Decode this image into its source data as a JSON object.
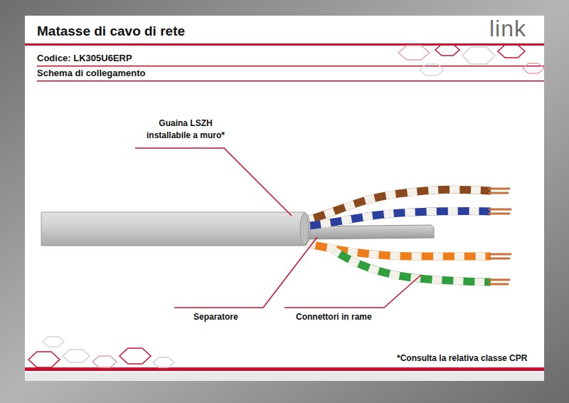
{
  "diagram": {
    "title": "Matasse di cavo di rete",
    "labels": [
      "link",
      "Codice: LK305U6ERP",
      "Schema di collegamento",
      "Guaina LSZH installabile a muro*",
      "Separatore",
      "Connettori in rame",
      "*Consulta la relativa classe CPR"
    ]
  }
}
